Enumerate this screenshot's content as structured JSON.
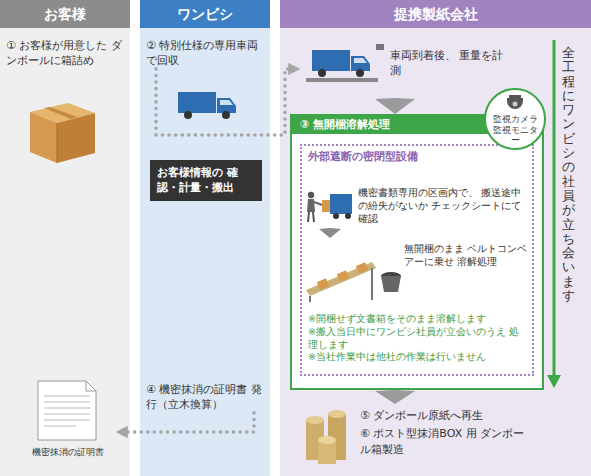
{
  "diagram": {
    "nodes": [
      {
        "text": [
          "お客様"
        ]
      },
      {
        "text": [
          "ワンビシ"
        ]
      },
      {
        "text": [
          "提携製紙会社"
        ]
      },
      {
        "text": [
          "① お客様が用意した ダンボールに箱詰め"
        ],
        "in": 0
      },
      {
        "text": [
          "機密抹消の証明書"
        ],
        "in": 0
      },
      {
        "text": [
          "② 特別仕様の専用車両で回収"
        ],
        "in": 1
      },
      {
        "text": [
          "お客様情報の 確認・計量・搬出"
        ],
        "in": 1
      },
      {
        "text": [
          "④ 機密抹消の証明書 発行（立木換算）"
        ],
        "in": 1
      },
      {
        "text": [
          "車両到着後、 重量を計測"
        ],
        "in": 2
      },
      {
        "text": [
          "③ 無開梱溶解処理"
        ],
        "in": 2
      },
      {
        "text": [
          "監視カメラ 監視モニター"
        ],
        "in": 2
      },
      {
        "text": [
          "外部遮断の密閉型設備",
          "※開梱せず文書箱をそのまま溶解します",
          "※搬入当日中にワンビシ社員が立会いのうえ 処理します",
          "※当社作業中は他社の作業は行いません"
        ],
        "in": 9
      },
      {
        "text": [
          "機密書類専用の区画内で、 搬送途中の紛失がないか チェックシートにて確認"
        ],
        "in": 11
      },
      {
        "text": [
          "無開梱のまま ベルトコンベアーに乗せ 溶解処理"
        ],
        "in": 11
      },
      {
        "text": [
          "⑤ ダンボール原紙へ再生",
          "⑥ ポスト型抹消BOX 用 ダンボール箱製造"
        ],
        "in": 2
      }
    ],
    "edges": [
      {
        "from": 5,
        "to": 8,
        "arrow": "to"
      },
      {
        "from": 8,
        "to": 9,
        "arrow": "to"
      },
      {
        "from": 12,
        "to": 13,
        "arrow": "to"
      },
      {
        "from": 9,
        "to": 14,
        "arrow": "to"
      },
      {
        "from": 7,
        "to": 4,
        "arrow": "to"
      }
    ],
    "labels": [
      "全工程にワンビシの社員が立ち会います"
    ]
  }
}
